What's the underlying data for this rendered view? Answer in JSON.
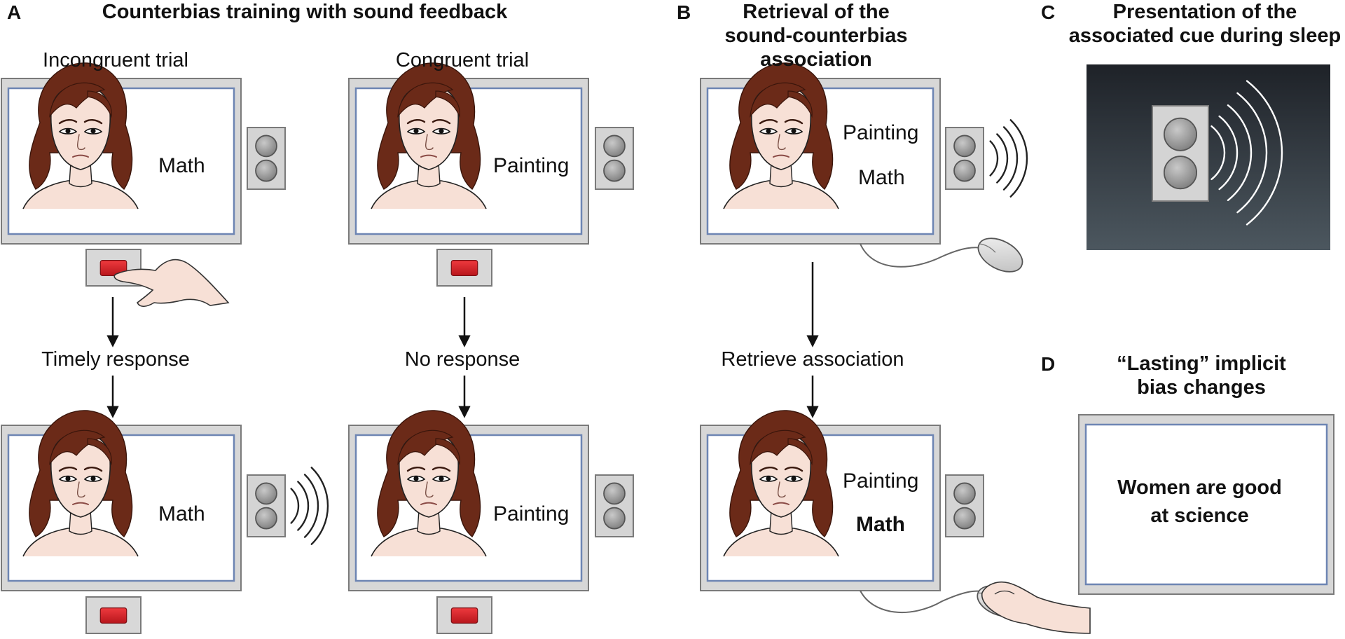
{
  "panels": {
    "a": {
      "letter": "A",
      "title": "Counterbias training with sound feedback",
      "incongruent_label": "Incongruent trial",
      "congruent_label": "Congruent trial",
      "timely_response": "Timely response",
      "no_response": "No response",
      "word_math": "Math",
      "word_painting": "Painting"
    },
    "b": {
      "letter": "B",
      "title": "Retrieval of the sound-counterbias association",
      "retrieve": "Retrieve association",
      "word_painting": "Painting",
      "word_math": "Math"
    },
    "c": {
      "letter": "C",
      "title": "Presentation of the associated cue during sleep"
    },
    "d": {
      "letter": "D",
      "title": "“Lasting” implicit bias changes",
      "message": "Women are good at science"
    }
  },
  "colors": {
    "monitor_frame": "#d7d7d7",
    "screen_border": "#6d85b3",
    "button_red": "#d8232a",
    "hair": "#6b2a18",
    "skin": "#f7e0d6",
    "night_top": "#1e2228",
    "night_bottom": "#4c575f"
  },
  "icons": [
    "monitor-icon",
    "speaker-icon",
    "sound-waves-icon",
    "response-button-icon",
    "pointing-hand-icon",
    "mouse-icon",
    "hand-on-mouse-icon",
    "down-arrow-icon",
    "face-illustration"
  ]
}
